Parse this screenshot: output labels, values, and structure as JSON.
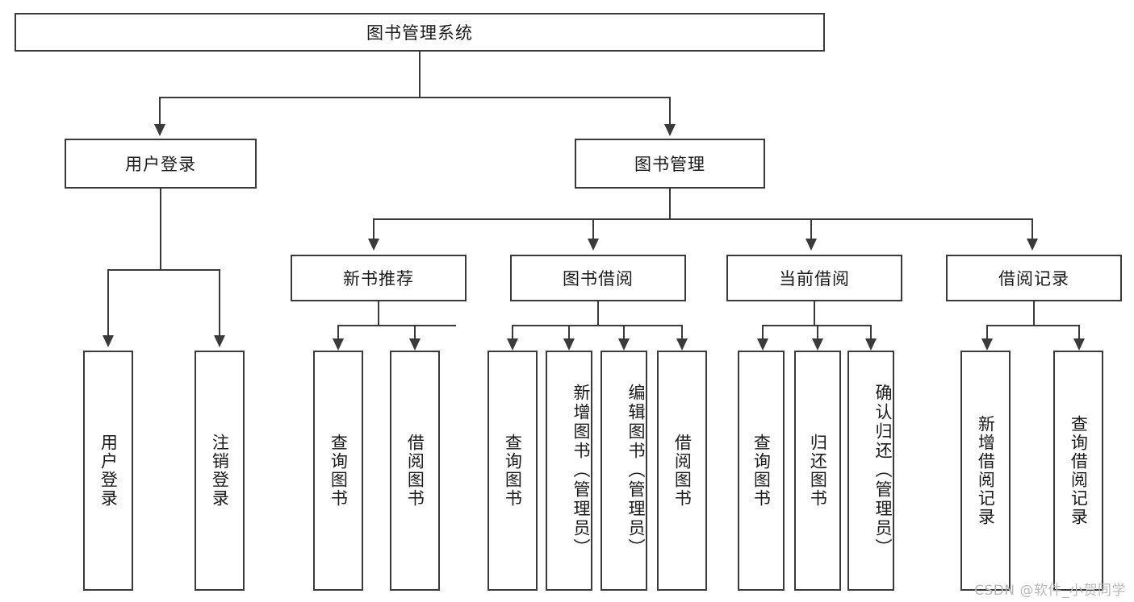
{
  "diagram": {
    "title": "图书管理系统",
    "type": "hierarchy-tree",
    "root": {
      "label": "图书管理系统"
    },
    "level2": [
      {
        "label": "用户登录"
      },
      {
        "label": "图书管理"
      }
    ],
    "level3": [
      {
        "label": "新书推荐"
      },
      {
        "label": "图书借阅"
      },
      {
        "label": "当前借阅"
      },
      {
        "label": "借阅记录"
      }
    ],
    "leaves": {
      "user_login": [
        {
          "label": "用户登录"
        },
        {
          "label": "注销登录"
        }
      ],
      "new_book_recommend": [
        {
          "label": "查询图书"
        },
        {
          "label": "借阅图书"
        }
      ],
      "book_borrow": [
        {
          "label": "查询图书"
        },
        {
          "label": "新增图书（管理员）"
        },
        {
          "label": "编辑图书（管理员）"
        },
        {
          "label": "借阅图书"
        }
      ],
      "current_borrow": [
        {
          "label": "查询图书"
        },
        {
          "label": "归还图书"
        },
        {
          "label": "确认归还（管理员）"
        }
      ],
      "borrow_record": [
        {
          "label": "新增借阅记录"
        },
        {
          "label": "查询借阅记录"
        }
      ]
    }
  },
  "watermark": {
    "text": "CSDN @软件_小贺同学"
  },
  "colors": {
    "stroke": "#3a3a3a",
    "fill": "#ffffff",
    "text": "#1a1a1a",
    "watermark": "#b8b8b8"
  }
}
